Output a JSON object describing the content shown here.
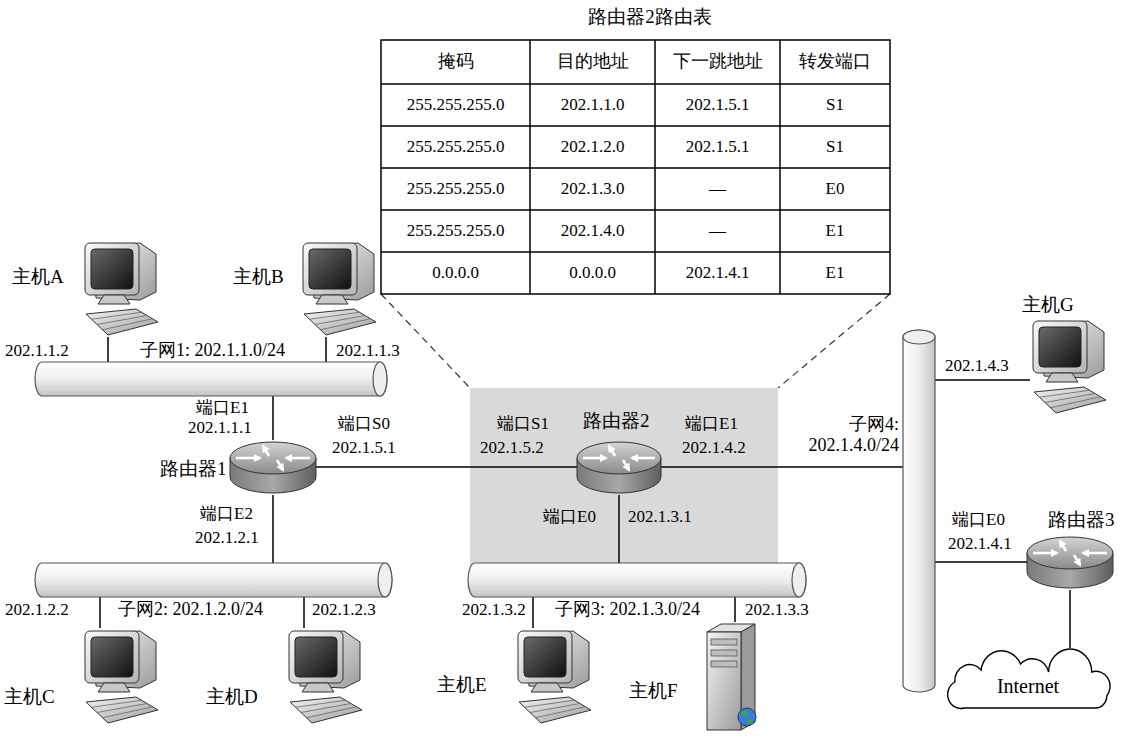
{
  "diagram": {
    "nodes": [
      {
        "text": [
          "主机A"
        ]
      },
      {
        "text": [
          "主机B"
        ]
      },
      {
        "text": [
          "子网1: 202.1.1.0/24"
        ]
      },
      {
        "text": [
          "路由器1"
        ]
      },
      {
        "text": [
          "路由器2"
        ]
      },
      {
        "text": [
          "子网2: 202.1.2.0/24"
        ]
      },
      {
        "text": [
          "子网3: 202.1.3.0/24"
        ]
      },
      {
        "text": [
          "主机G"
        ]
      },
      {
        "text": [
          "子网4: 202.1.4.0/24"
        ]
      },
      {
        "text": [
          "路由器3"
        ]
      },
      {
        "text": [
          "主机C"
        ]
      },
      {
        "text": [
          "主机D"
        ]
      },
      {
        "text": [
          "主机E"
        ]
      },
      {
        "text": [
          "主机F"
        ]
      },
      {
        "text": [
          "Internet"
        ]
      }
    ],
    "edges": [
      {
        "from": 0,
        "to": 2,
        "arrow": "none"
      },
      {
        "from": 1,
        "to": 2,
        "arrow": "none"
      },
      {
        "from": 2,
        "to": 3,
        "arrow": "none"
      },
      {
        "from": 3,
        "to": 4,
        "arrow": "none"
      },
      {
        "from": 3,
        "to": 5,
        "arrow": "none"
      },
      {
        "from": 4,
        "to": 6,
        "arrow": "none"
      },
      {
        "from": 4,
        "to": 8,
        "arrow": "none"
      },
      {
        "from": 8,
        "to": 7,
        "arrow": "none"
      },
      {
        "from": 8,
        "to": 9,
        "arrow": "none"
      },
      {
        "from": 9,
        "to": 14,
        "arrow": "none"
      },
      {
        "from": 5,
        "to": 10,
        "arrow": "none"
      },
      {
        "from": 5,
        "to": 11,
        "arrow": "none"
      },
      {
        "from": 6,
        "to": 12,
        "arrow": "none"
      },
      {
        "from": 6,
        "to": 13,
        "arrow": "none"
      }
    ],
    "labels": [
      "路由器2路由表",
      "掩码",
      "目的地址",
      "下一跳地址",
      "转发端口",
      "255.255.255.0",
      "202.1.1.0",
      "202.1.5.1",
      "S1",
      "255.255.255.0",
      "202.1.2.0",
      "202.1.5.1",
      "S1",
      "255.255.255.0",
      "202.1.3.0",
      "—",
      "E0",
      "255.255.255.0",
      "202.1.4.0",
      "—",
      "E1",
      "0.0.0.0",
      "0.0.0.0",
      "202.1.4.1",
      "E1",
      "202.1.1.2",
      "202.1.1.3",
      "端口E1",
      "202.1.1.1",
      "端口S0",
      "202.1.5.1",
      "端口S1",
      "202.1.5.2",
      "端口E1",
      "202.1.4.2",
      "202.1.4.3",
      "端口E2",
      "202.1.2.1",
      "端口E0",
      "202.1.3.1",
      "端口E0",
      "202.1.4.1",
      "202.1.2.2",
      "202.1.2.3",
      "202.1.3.2",
      "202.1.3.3"
    ]
  }
}
